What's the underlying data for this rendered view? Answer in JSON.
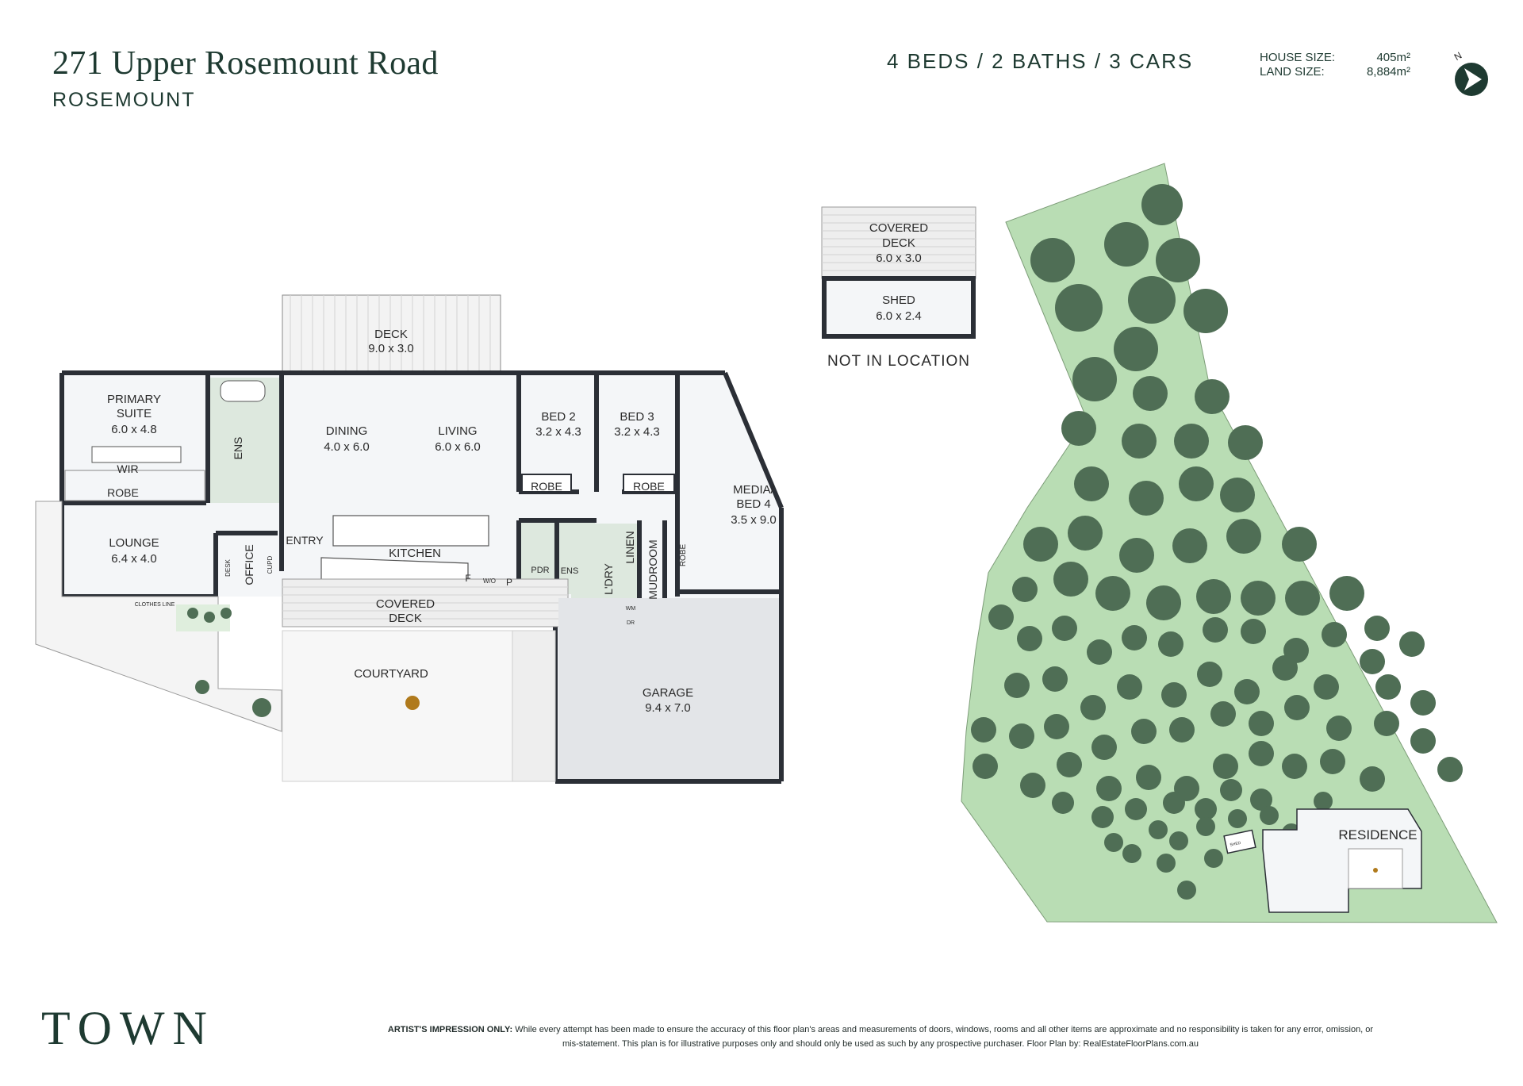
{
  "header": {
    "address": "271 Upper Rosemount Road",
    "suburb": "ROSEMOUNT",
    "specs": "4 BEDS  /  2 BATHS  /  3 CARS",
    "house_size_label": "HOUSE SIZE:",
    "house_size_value": "405m²",
    "land_size_label": "LAND SIZE:",
    "land_size_value": "8,884m²",
    "north_label": "N"
  },
  "floorplan": {
    "rooms": [
      {
        "name": "DECK",
        "dims": "9.0 x 3.0"
      },
      {
        "name": "PRIMARY",
        "name2": "SUITE",
        "dims": "6.0 x 4.8"
      },
      {
        "name": "DINING",
        "dims": "4.0 x 6.0"
      },
      {
        "name": "LIVING",
        "dims": "6.0 x 6.0"
      },
      {
        "name": "BED 2",
        "dims": "3.2 x 4.3"
      },
      {
        "name": "BED 3",
        "dims": "3.2 x 4.3"
      },
      {
        "name": "MEDIA/",
        "name2": "BED 4",
        "dims": "3.5 x 9.0"
      },
      {
        "name": "LOUNGE",
        "dims": "6.4 x 4.0"
      },
      {
        "name": "KITCHEN",
        "dims": ""
      },
      {
        "name": "COVERED",
        "name2": "DECK",
        "dims": ""
      },
      {
        "name": "COURTYARD",
        "dims": ""
      },
      {
        "name": "GARAGE",
        "dims": "9.4 x 7.0"
      }
    ],
    "labels": {
      "wir": "WIR",
      "robe": "ROBE",
      "ens": "ENS",
      "entry": "ENTRY",
      "office": "OFFICE",
      "desk": "DESK",
      "cupd": "CUPD",
      "pdr": "PDR",
      "ldry": "L'DRY",
      "linen": "LINEN",
      "mudroom": "MUDROOM",
      "f": "F",
      "wo": "W/O",
      "p": "P",
      "wm": "WM",
      "dr": "DR",
      "clothes_line": "CLOTHES LINE"
    }
  },
  "outbuilding": {
    "covered_deck": {
      "name": "COVERED",
      "name2": "DECK",
      "dims": "6.0 x 3.0"
    },
    "shed": {
      "name": "SHED",
      "dims": "6.0 x 2.4"
    },
    "note": "NOT IN LOCATION"
  },
  "site": {
    "residence_label": "RESIDENCE",
    "shed_label": "SHED"
  },
  "footer": {
    "brand": "TOWN",
    "disclaimer_bold": "ARTIST'S IMPRESSION ONLY:",
    "disclaimer_text": "While every attempt has been made to ensure the accuracy of this floor plan's areas and measurements of doors, windows, rooms and all other items are approximate and no responsibility is taken for any error, omission, or mis-statement. This plan is for illustrative purposes only and should only be used as such by any prospective purchaser. Floor Plan by: RealEstateFloorPlans.com.au"
  },
  "colors": {
    "brand_green": "#1e3a31",
    "lawn": "#b9ddb4",
    "tree": "#4f6e55",
    "wall": "#2b2f36",
    "room_fill": "#f4f6f8",
    "wet_fill": "#dde8de"
  }
}
